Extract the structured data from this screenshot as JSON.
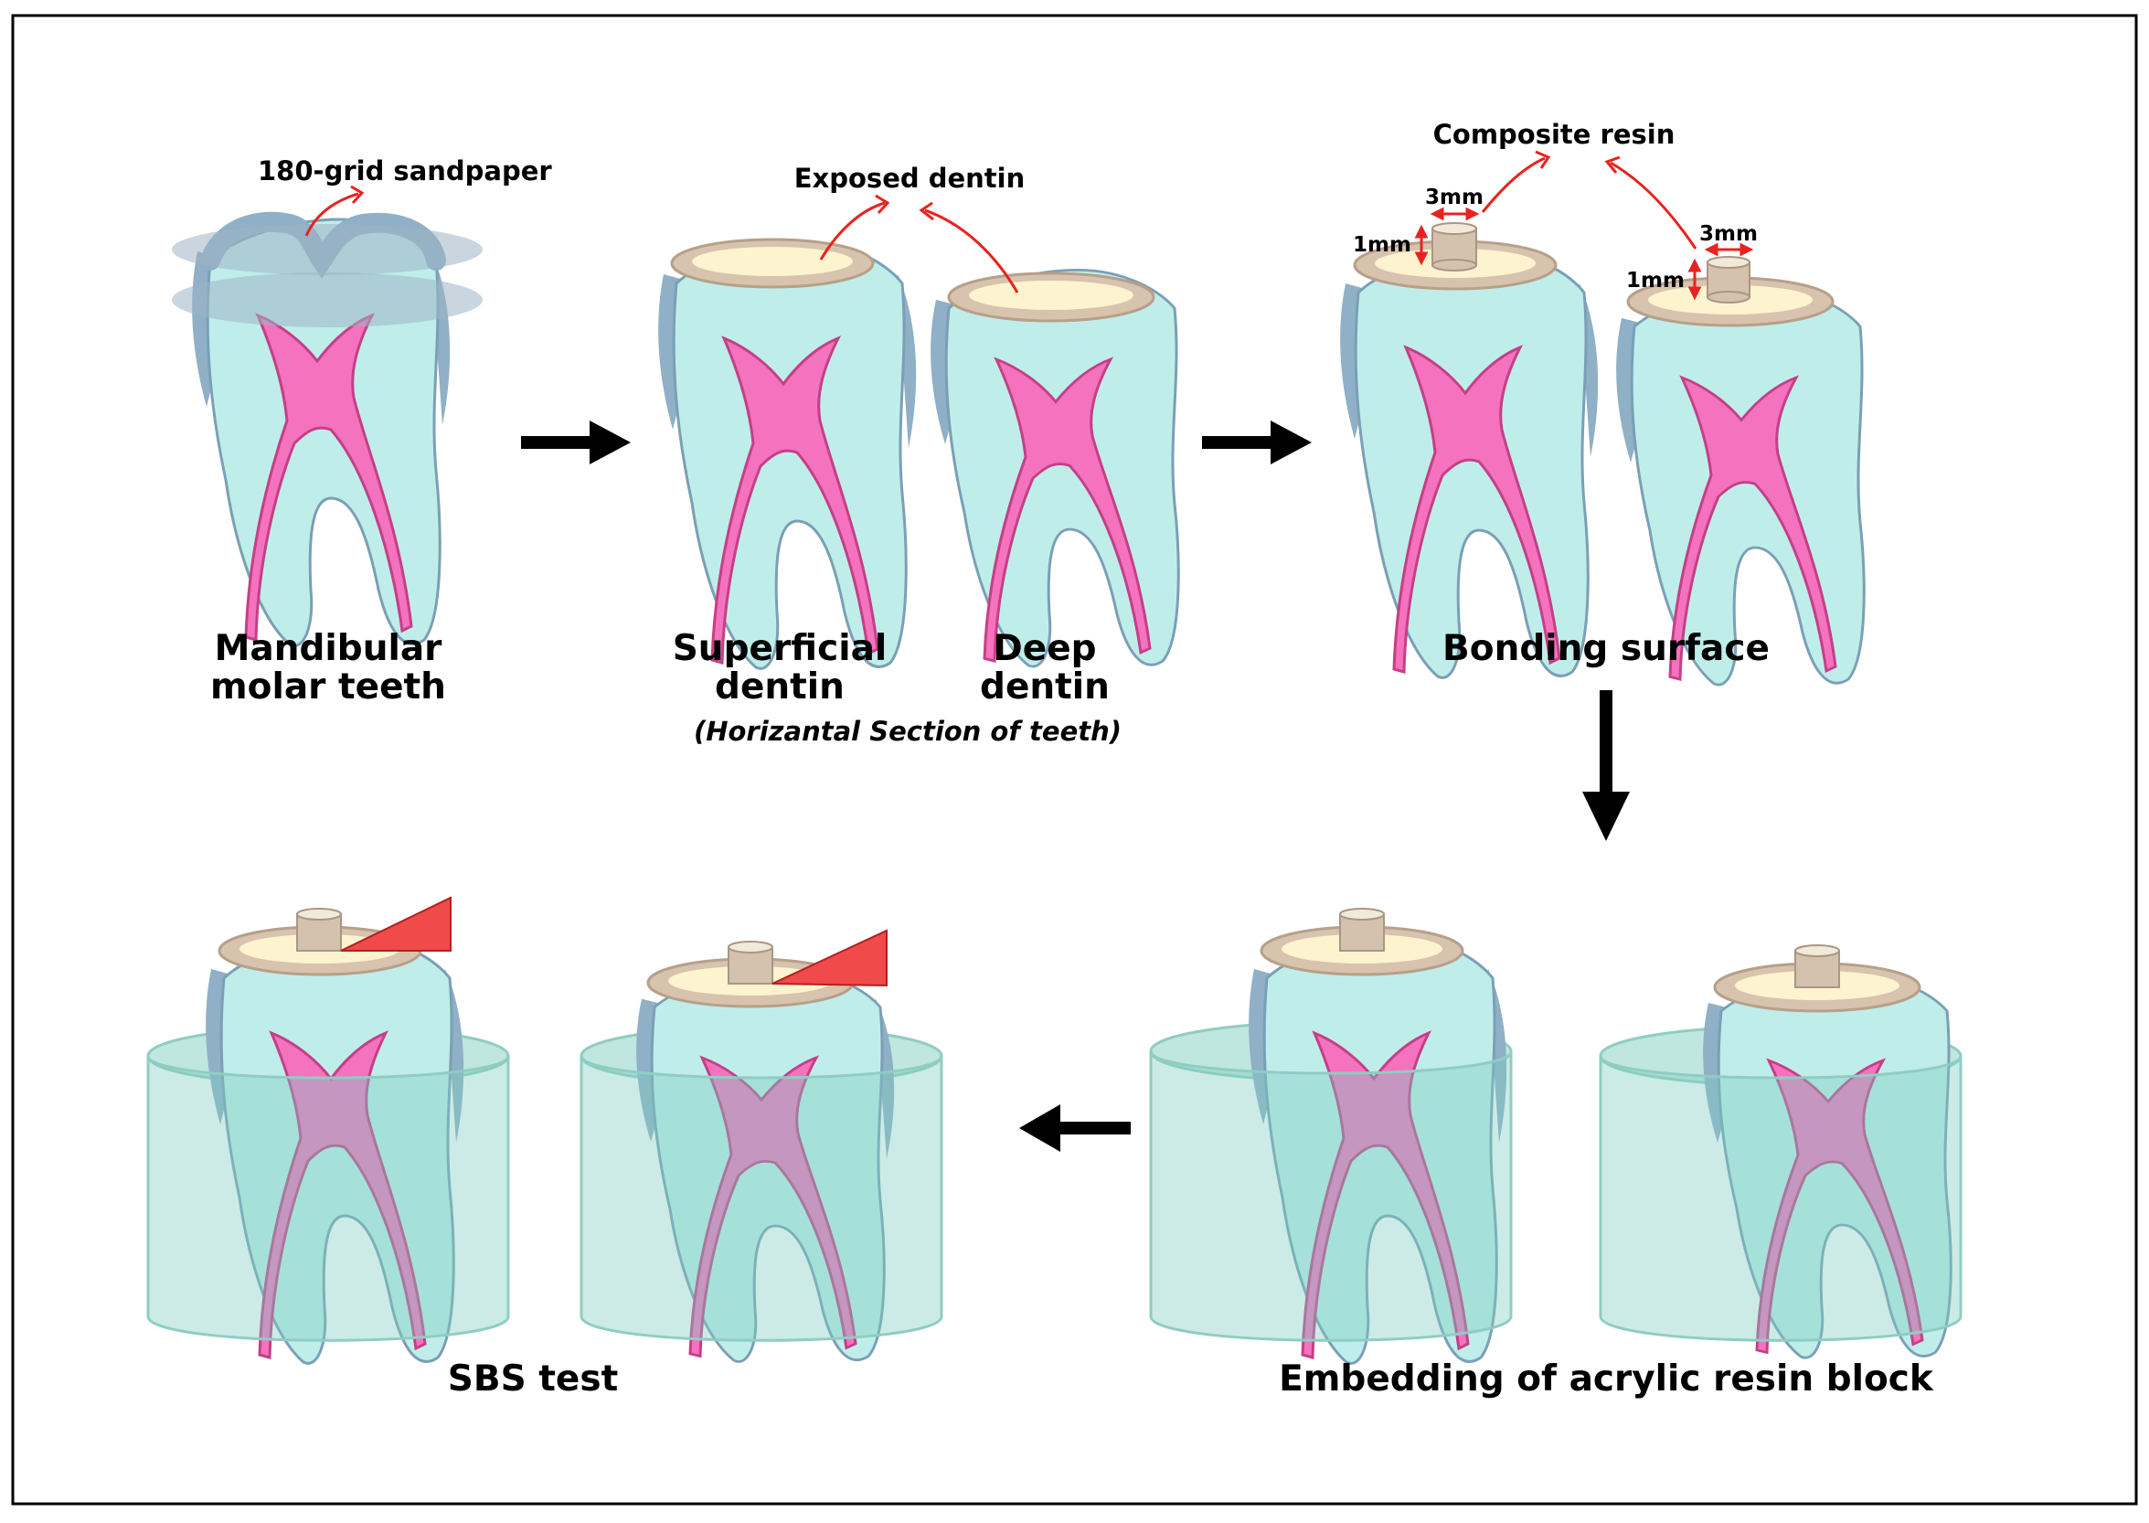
{
  "labels": {
    "sandpaper": "180-grid sandpaper",
    "mandibular_line1": "Mandibular",
    "mandibular_line2": "molar teeth",
    "exposed_dentin": "Exposed dentin",
    "superficial_line1": "Superficial",
    "superficial_line2": "dentin",
    "deep_line1": "Deep",
    "deep_line2": "dentin",
    "horizontal_section": "(Horizantal Section of teeth)",
    "composite_resin": "Composite resin",
    "width_left": "3mm",
    "height_left": "1mm",
    "width_right": "3mm",
    "height_right": "1mm",
    "bonding_surface": "Bonding surface",
    "embedding": "Embedding of acrylic resin block",
    "sbs_test": "SBS test"
  },
  "colors": {
    "tooth_fill": "#bfeeea",
    "tooth_shadow": "#8fb0c6",
    "pulp": "#f472be",
    "pulp_stroke": "#c53f86",
    "disc_rim": "#d8c3ae",
    "disc_core": "#fdf3cf",
    "resin_cylinder": "#d4c2af",
    "acrylic_block": "#7fcdc0",
    "blade": "#f04a4a",
    "annotation_red": "#e8231f",
    "arrow": "#000000"
  }
}
